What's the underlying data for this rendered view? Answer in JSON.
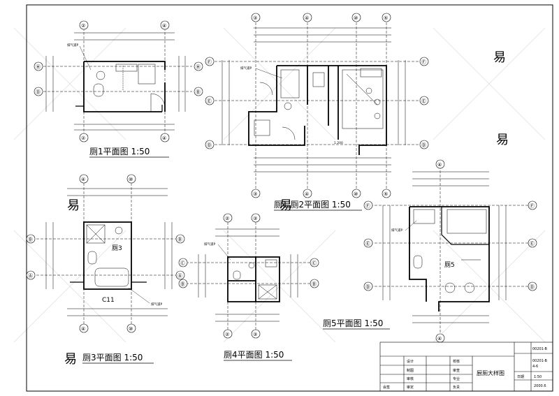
{
  "plans": {
    "p1": {
      "title": "厕1平面图 1:50",
      "exhaust": "排气道P",
      "grid": {
        "top_left": "②",
        "top_right": "④",
        "left_top": "Ⓗ",
        "left_bottom": "Ⓓ",
        "right_top": "Ⓗ",
        "right_bottom": "Ⓑ",
        "bottom_left": "②",
        "bottom_right": "④"
      }
    },
    "p12": {
      "title": "厕1,厕2平面图 1:50",
      "exhaust": "排气道P",
      "room": "1.200",
      "grid": {
        "top": [
          "③",
          "④",
          "⑩",
          "⑤"
        ],
        "bottom": [
          "③",
          "④",
          "⑩",
          "⑤"
        ],
        "left": [
          "Ⓕ",
          "Ⓔ",
          "Ⓓ"
        ],
        "right": [
          "Ⓕ",
          "Ⓔ",
          "Ⓓ"
        ]
      }
    },
    "p3": {
      "title": "厕3平面图 1:50",
      "room": "厕3",
      "label": "C11",
      "exhaust": "排气道P",
      "grid": {
        "top": [
          "④",
          "⑩"
        ],
        "bottom": [
          "④",
          "⑩"
        ],
        "left_top": "Ⓑ",
        "left_bottom": "Ⓐ",
        "right_top": "Ⓑ",
        "right_bottom": "Ⓐ"
      }
    },
    "p4": {
      "title": "厕4平面图 1:50",
      "exhaust": "排气道P",
      "grid": {
        "top": [
          "②",
          "③"
        ],
        "bottom": [
          "②",
          "③"
        ],
        "left_top": "Ⓒ",
        "left_bottom": "Ⓑ",
        "right_top": "Ⓒ",
        "right_bottom": "Ⓑ"
      }
    },
    "p5": {
      "title": "厕5平面图 1:50",
      "room": "厕5",
      "exhaust": "排气道P",
      "grid": {
        "top": "④",
        "left": [
          "Ⓕ",
          "Ⓔ",
          "Ⓓ"
        ],
        "right": [
          "Ⓕ",
          "Ⓔ",
          "Ⓓ"
        ],
        "bottom": "④"
      }
    }
  },
  "title_block": {
    "drawing_name": "厨厕大样图",
    "codes": [
      "00201-B",
      "00201-B",
      "4-6",
      "1:50",
      "2000.6"
    ],
    "cells": [
      "设计",
      "制图",
      "审核",
      "审定",
      "校核",
      "审查",
      "专业",
      "负责",
      "会签",
      "日期"
    ]
  },
  "watermark": "易"
}
